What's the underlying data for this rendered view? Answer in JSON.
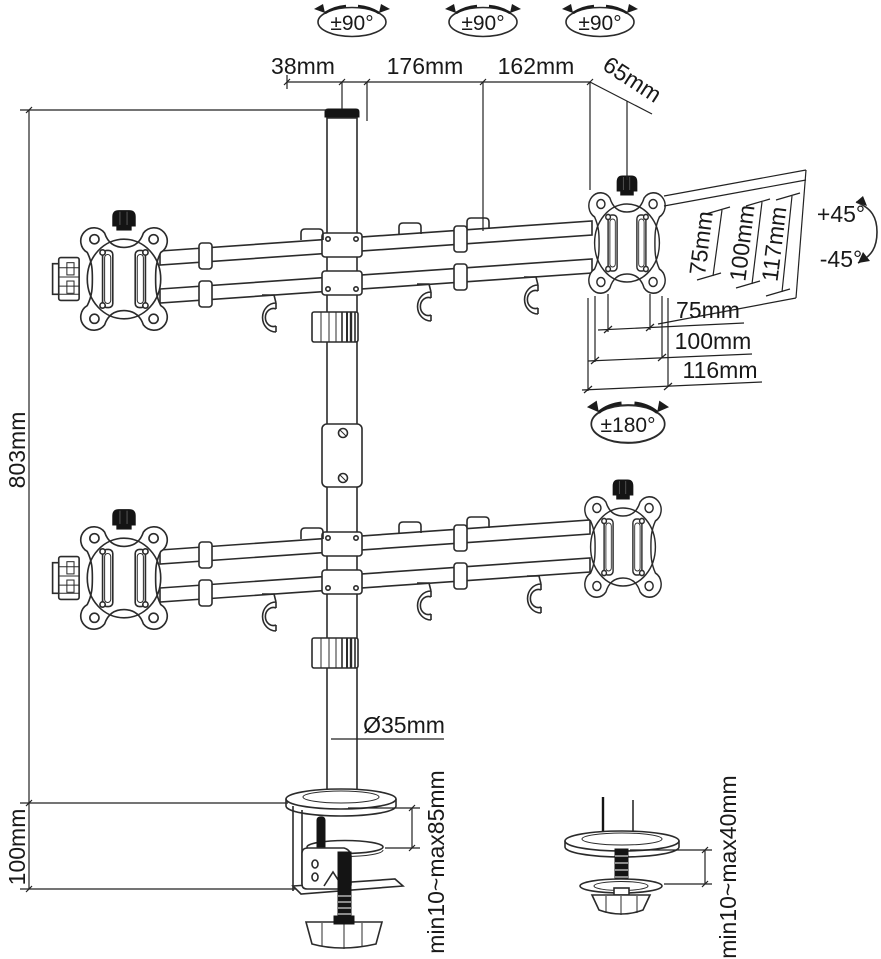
{
  "diagram": {
    "kind": "monitor-desk-mount-dimensional-drawing",
    "colors": {
      "line": "#2b2b2b",
      "dim_line": "#222222",
      "text": "#191919",
      "dark_fill": "#141414",
      "background": "#ffffff"
    },
    "labels": {
      "swivel_joint_1": "±90°",
      "swivel_joint_2": "±90°",
      "swivel_joint_3": "±90°",
      "pole_offset": "38mm",
      "arm_segment_inner": "176mm",
      "arm_segment_outer": "162mm",
      "head_offset": "65mm",
      "pole_height": "803mm",
      "clamp_drop": "100mm",
      "vesa_vertical_75": "75mm",
      "vesa_vertical_100": "100mm",
      "plate_height_117": "117mm",
      "tilt_up": "+45°",
      "tilt_down": "-45°",
      "vesa_horizontal_75": "75mm",
      "vesa_horizontal_100": "100mm",
      "plate_width_116": "116mm",
      "head_rotation": "±180°",
      "pole_diameter": "Ø35mm",
      "clamp_desk_range": "min10~max85mm",
      "grommet_desk_range": "min10~max40mm"
    }
  }
}
